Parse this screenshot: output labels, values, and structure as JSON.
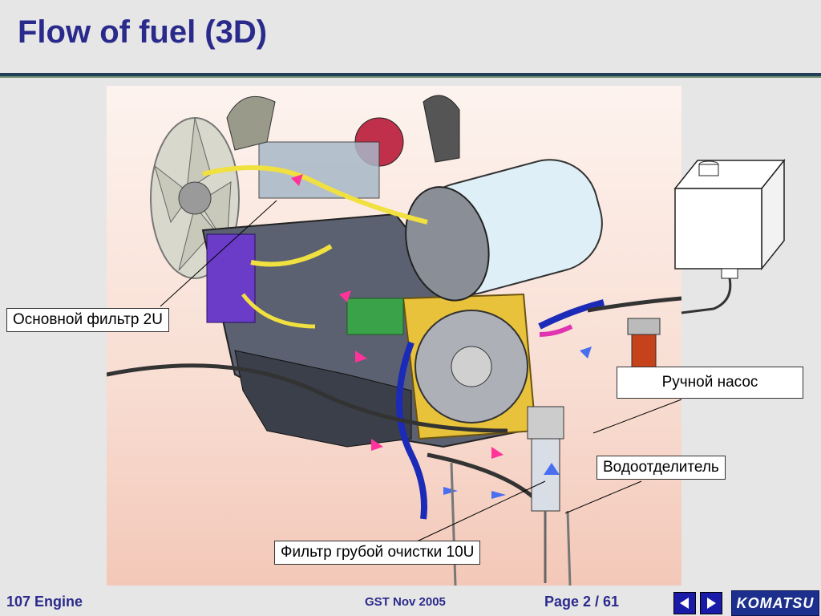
{
  "slide": {
    "title": "Flow of fuel (3D)"
  },
  "callouts": {
    "main_filter": "Основной фильтр 2U",
    "hand_pump": "Ручной насос",
    "water_separator": "Водоотделитель",
    "coarse_filter": "Фильтр грубой очистки 10U"
  },
  "footer": {
    "left": "107 Engine",
    "center": "GST Nov 2005",
    "page": "Page 2 / 61",
    "prev_icon": "triangle-left-icon",
    "next_icon": "triangle-right-icon",
    "logo_text": "KOMATSU"
  },
  "colors": {
    "title": "#2a2a8c",
    "fuel_flow_arrow_magenta": "#ff3399",
    "fuel_flow_arrow_blue": "#4a6ef0",
    "hose_blue": "#1c2ab8",
    "yellow_lines": "#f0e040"
  }
}
